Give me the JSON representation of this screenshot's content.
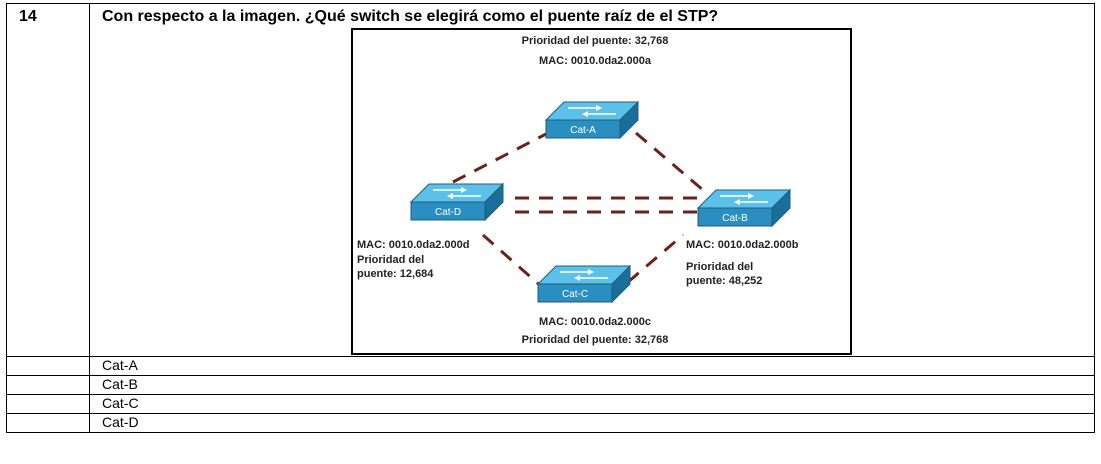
{
  "question": {
    "number": "14",
    "text": "Con respecto a la imagen. ¿Qué switch se elegirá como el puente raíz de el STP?"
  },
  "diagram": {
    "switches": [
      {
        "name": "Cat-A",
        "mac_label": "MAC: 0010.0da2.000a",
        "priority_label": "Prioridad del puente: 32,768"
      },
      {
        "name": "Cat-B",
        "mac_label": "MAC: 0010.0da2.000b",
        "priority_line1": "Prioridad del",
        "priority_line2": "puente: 48,252"
      },
      {
        "name": "Cat-C",
        "mac_label": "MAC: 0010.0da2.000c",
        "priority_label": "Prioridad del puente: 32,768"
      },
      {
        "name": "Cat-D",
        "mac_label": "MAC: 0010.0da2.000d",
        "priority_line1": "Prioridad del",
        "priority_line2": "puente: 12,684"
      }
    ],
    "colors": {
      "switch_face": "#2a8fc0",
      "switch_top": "#4fb6e0",
      "link": "#6b2218"
    }
  },
  "options": [
    {
      "label": "Cat-A"
    },
    {
      "label": "Cat-B"
    },
    {
      "label": "Cat-C"
    },
    {
      "label": "Cat-D"
    }
  ]
}
